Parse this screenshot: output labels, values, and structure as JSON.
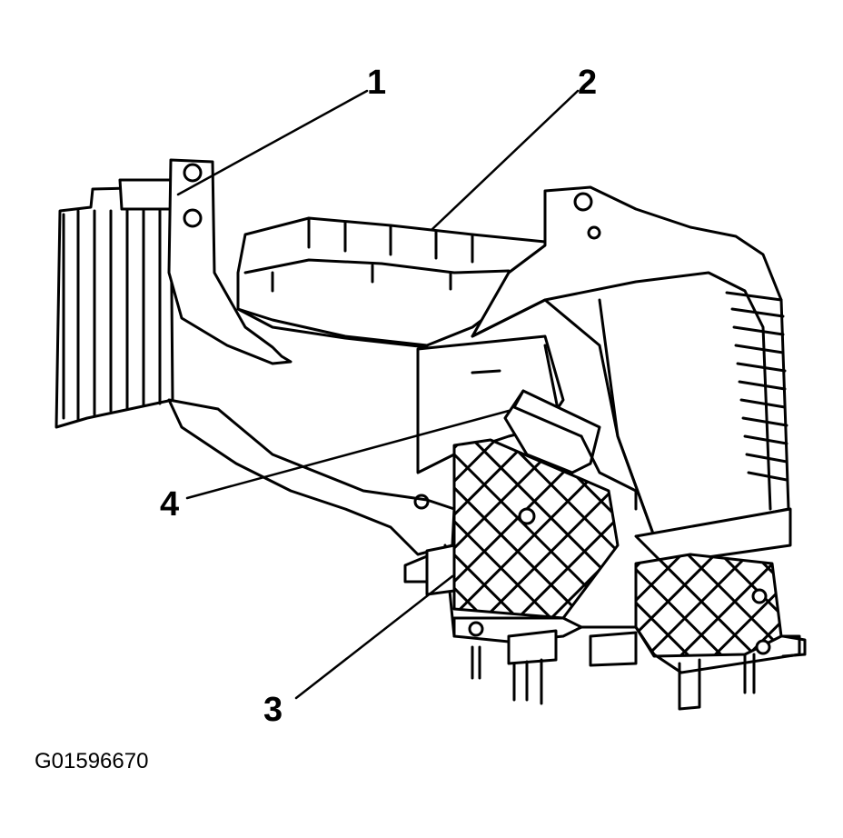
{
  "figure": {
    "id": "G01596670",
    "line_color": "#000000",
    "background": "#ffffff"
  },
  "callouts": [
    {
      "label": "1"
    },
    {
      "label": "2"
    },
    {
      "label": "3"
    },
    {
      "label": "4"
    }
  ]
}
